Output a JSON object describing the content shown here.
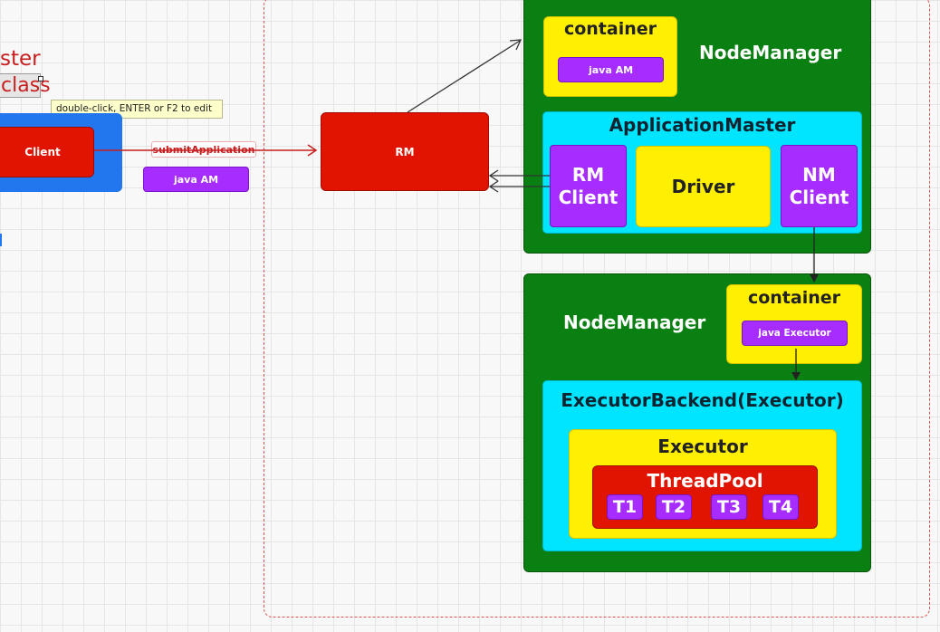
{
  "left": {
    "title_fragment": "ster",
    "class_fragment": "class",
    "client_label": "Client",
    "tooltip": "double-click, ENTER or F2 to edit",
    "submit_label": "submitApplication",
    "java_am_label": "java AM"
  },
  "rm": {
    "label": "RM"
  },
  "nm1": {
    "title": "NodeManager",
    "container": {
      "title": "container",
      "java_am": "java AM"
    },
    "app_master": {
      "title": "ApplicationMaster",
      "rm_client": [
        "RM",
        "Client"
      ],
      "driver": "Driver",
      "nm_client": [
        "NM",
        "Client"
      ]
    }
  },
  "nm2": {
    "title": "NodeManager",
    "container": {
      "title": "container",
      "java_executor": "java Executor"
    },
    "executor_backend": {
      "title": "ExecutorBackend(Executor)",
      "executor": {
        "title": "Executor",
        "threadpool": {
          "title": "ThreadPool",
          "threads": [
            "T1",
            "T2",
            "T3",
            "T4"
          ]
        }
      }
    }
  },
  "colors": {
    "red": "#e01400",
    "green": "#0a7f12",
    "yellow": "#ffef00",
    "cyan": "#00e5ff",
    "purple": "#a62cff",
    "blue": "#2277ee",
    "dashed_border": "#d9534f"
  }
}
